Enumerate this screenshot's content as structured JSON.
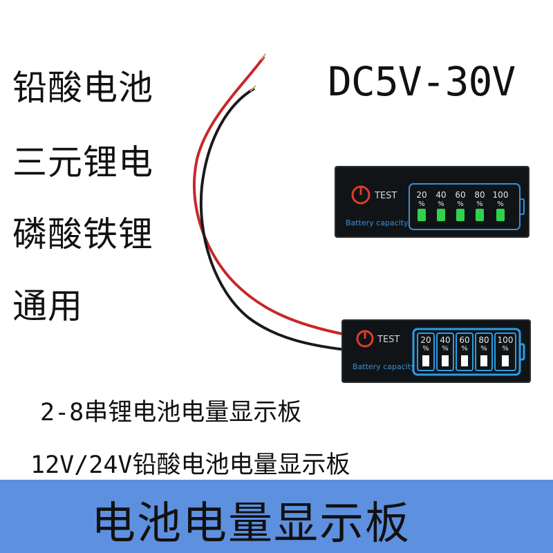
{
  "left_labels": [
    "铅酸电池",
    "三元锂电",
    "磷酸铁锂",
    "通用"
  ],
  "voltage": "DC5V-30V",
  "board_top": {
    "test": "TEST",
    "caption": "Battery capacity",
    "levels": [
      "20",
      "40",
      "60",
      "80",
      "100"
    ],
    "unit": "%",
    "accent": "#2fd24a"
  },
  "board_bottom": {
    "test": "TEST",
    "caption": "Battery capacity",
    "levels": [
      "20",
      "40",
      "60",
      "80",
      "100"
    ],
    "unit": "%",
    "accent": "#2a9ee6"
  },
  "subtitle_1": "2-8串锂电池电量显示板",
  "subtitle_2": "12V/24V铅酸电池电量显示板",
  "banner": {
    "text": "电池电量显示板",
    "color": "#5e90e0"
  }
}
